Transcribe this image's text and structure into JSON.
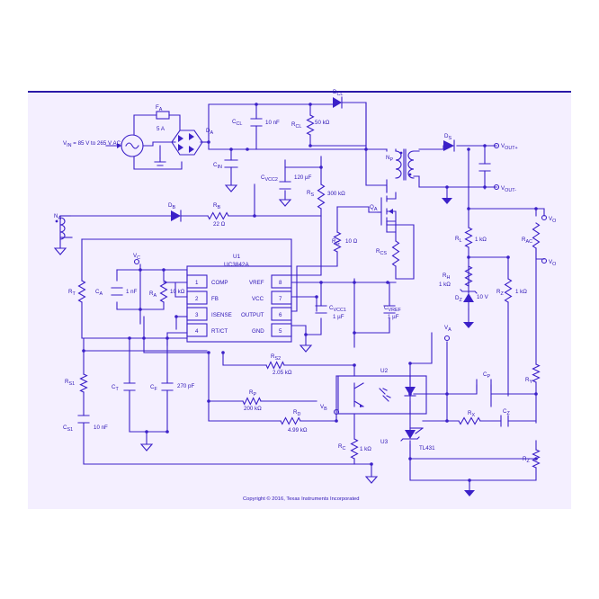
{
  "diagram": {
    "colors": {
      "background": "#f4efff",
      "ink": "#3b20c8",
      "text": "#2c14b5",
      "rule": "#2a18a8"
    },
    "labels": {
      "fa": "F",
      "fa_sub": "A",
      "fa_val": "5 A",
      "vin": "V",
      "vin_sub": "IN",
      "vin_rest": " = 85 V to 265 V AC",
      "da": "D",
      "da_sub": "A",
      "cin": "C",
      "cin_sub": "IN",
      "ccl": "C",
      "ccl_sub": "CL",
      "ccl_val": "10 nF",
      "rcl": "R",
      "rcl_sub": "CL",
      "rcl_val": "50 kΩ",
      "dcl": "D",
      "dcl_sub": "CL",
      "cvcc2": "C",
      "cvcc2_sub": "VCC2",
      "cvcc2_val": "120 µF",
      "rs": "R",
      "rs_sub": "S",
      "rs_val": "300 kΩ",
      "np": "N",
      "np_sub": "P",
      "ds": "D",
      "ds_sub": "S",
      "vout_p": "V",
      "vout_p_sub": "OUT+",
      "vout_m": "V",
      "vout_m_sub": "OUT-",
      "qa": "Q",
      "qa_sub": "A",
      "rg": "R",
      "rg_sub": "G",
      "rg_val": "10 Ω",
      "rcs": "R",
      "rcs_sub": "CS",
      "db": "D",
      "db_sub": "B",
      "rb": "R",
      "rb_sub": "B",
      "rb_val": "22 Ω",
      "na": "N",
      "na_sub": "A",
      "u1": "U1",
      "u1_part": "UC3842A",
      "pin1": "1",
      "pin2": "2",
      "pin3": "3",
      "pin4": "4",
      "pin5": "5",
      "pin6": "6",
      "pin7": "7",
      "pin8": "8",
      "comp": "COMP",
      "fb": "FB",
      "isense": "ISENSE",
      "rtct": "RT/CT",
      "vref": "VREF",
      "vcc": "VCC",
      "output": "OUTPUT",
      "gnd": "GND",
      "vc": "V",
      "vc_sub": "C",
      "ca": "C",
      "ca_sub": "A",
      "ca_val": "1 nF",
      "ra": "R",
      "ra_sub": "A",
      "ra_val": "10 kΩ",
      "rt": "R",
      "rt_sub": "T",
      "cvcc1": "C",
      "cvcc1_sub": "VCC1",
      "cvcc1_val": "1 µF",
      "cvref": "C",
      "cvref_sub": "VREF",
      "cvref_val": "1 µF",
      "rs2": "R",
      "rs2_sub": "S2",
      "rs2_val": "2.05 kΩ",
      "rs1": "R",
      "rs1_sub": "S1",
      "cs1": "C",
      "cs1_sub": "S1",
      "cs1_val": "10 nF",
      "ct": "C",
      "ct_sub": "T",
      "cf": "C",
      "cf_sub": "F",
      "cf_val": "270 pF",
      "rp": "R",
      "rp_sub": "P",
      "rp_val": "200 kΩ",
      "rd": "R",
      "rd_sub": "D",
      "rd_val": "4.99 kΩ",
      "vb": "V",
      "vb_sub": "B",
      "u2": "U2",
      "u3": "U3",
      "rc": "R",
      "rc_sub": "C",
      "rc_val": "1 kΩ",
      "rl": "R",
      "rl_sub": "L",
      "rl_val": "1 kΩ",
      "rac": "R",
      "rac_sub": "AC",
      "rh": "R",
      "rh_sub": "H",
      "rh_val": "1 kΩ",
      "dz": "D",
      "dz_sub": "Z",
      "dz_val": "10 V",
      "rz": "R",
      "rz_sub": "Z",
      "rz_val": "1 kΩ",
      "va": "V",
      "va_sub": "A",
      "vo_p": "V",
      "vo_p_sub": "O",
      "vo_m": "V",
      "vo_m_sub": "O",
      "ry": "R",
      "ry_sub": "Y",
      "rx": "R",
      "rx_sub": "X",
      "rz2": "R",
      "rz2_sub": "Z",
      "cp": "C",
      "cp_sub": "P",
      "cz": "C",
      "cz_sub": "Z",
      "tl431": "TL431",
      "copyright": "Copyright © 2016, Texas Instruments Incorporated"
    }
  }
}
